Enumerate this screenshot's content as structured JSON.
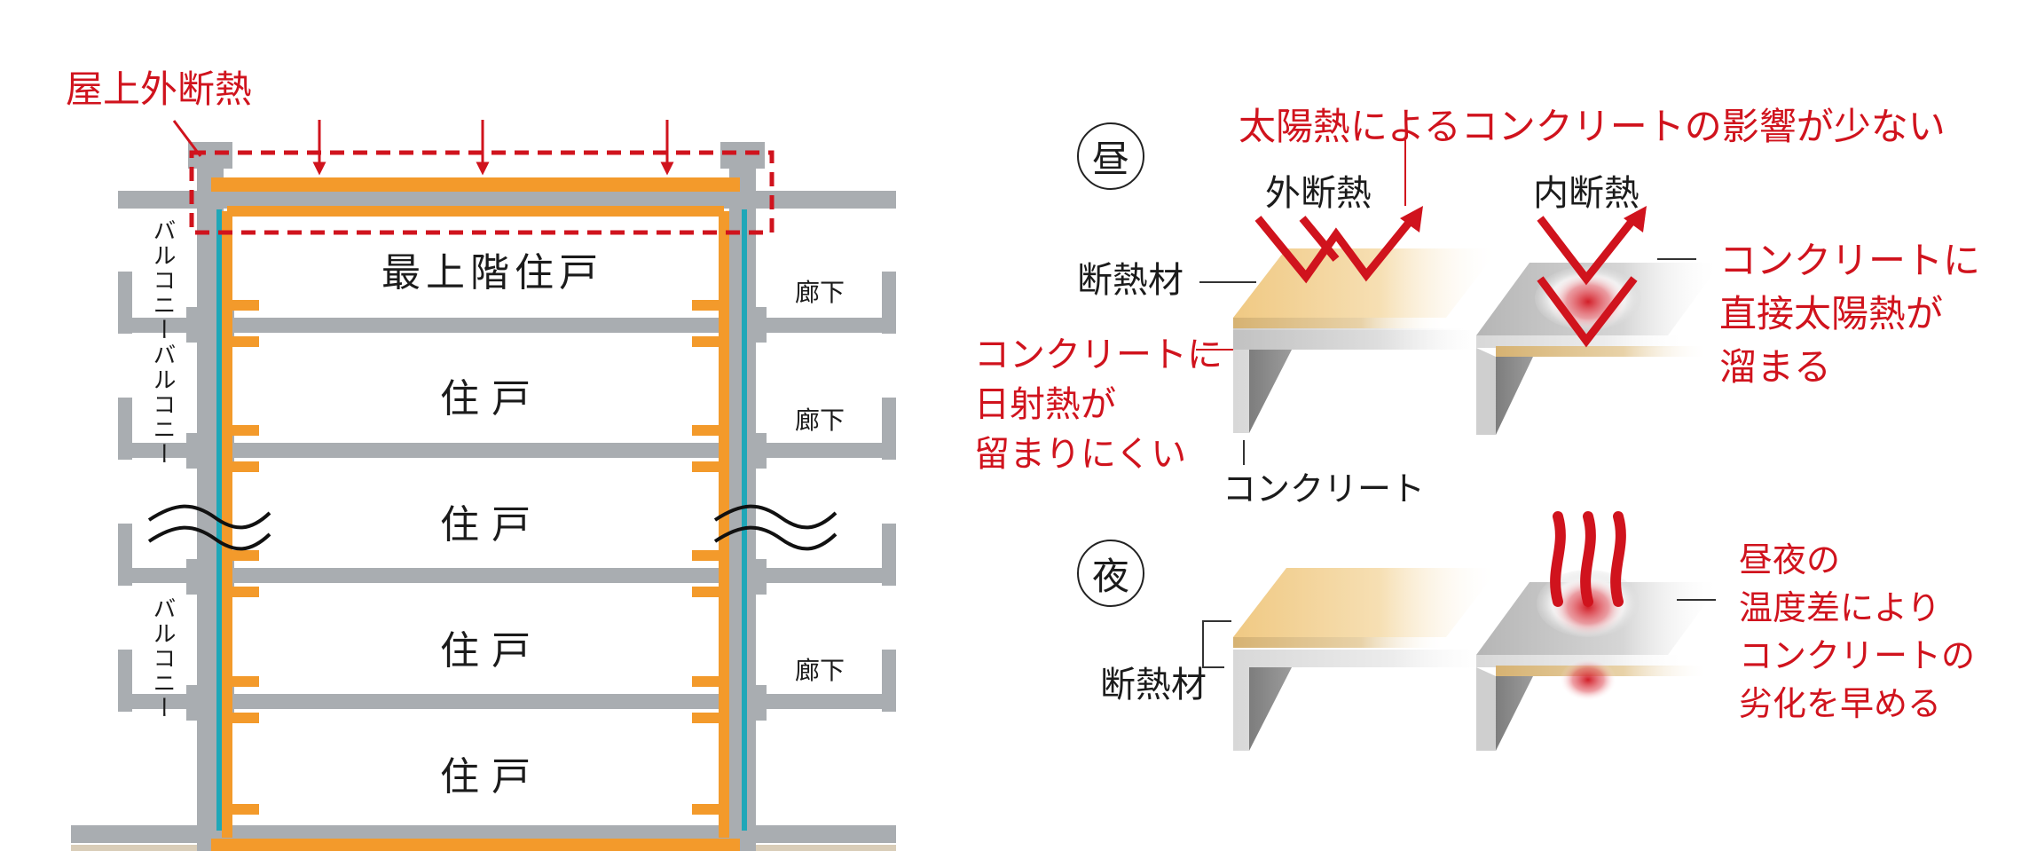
{
  "section": {
    "roof_label": "屋上外断熱",
    "balcony_label": "バルコニー",
    "corridor_label": "廊下",
    "top_unit_label": "最上階住戸",
    "unit_label": "住 戸"
  },
  "day": {
    "marker": "昼",
    "headline": "太陽熱によるコンクリートの影響が少ない",
    "outer_title": "外断熱",
    "inner_title": "内断熱",
    "insulation_label": "断熱材",
    "concrete_label": "コンクリート",
    "outer_note": [
      "コンクリートに",
      "日射熱が",
      "留まりにくい"
    ],
    "inner_note": [
      "コンクリートに",
      "直接太陽熱が",
      "溜まる"
    ]
  },
  "night": {
    "marker": "夜",
    "insulation_label": "断熱材",
    "inner_note": [
      "昼夜の",
      "温度差により",
      "コンクリートの",
      "劣化を早める"
    ]
  },
  "colors": {
    "accent_red": "#d0131d",
    "insulation_orange": "#f39a2b",
    "slab_gray": "#a9adb1",
    "glass_teal": "#1fa7b8",
    "insulation_panel": "#f1cf8d"
  }
}
